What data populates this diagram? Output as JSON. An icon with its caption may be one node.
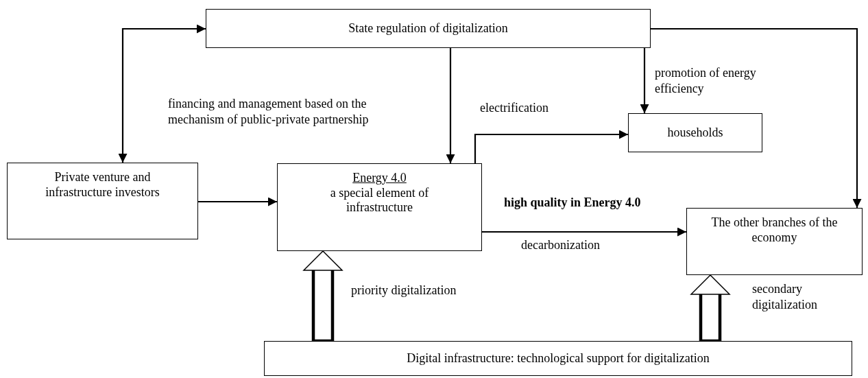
{
  "diagram": {
    "nodes": [
      {
        "text": [
          "State regulation of digitalization"
        ]
      },
      {
        "text": [
          "Private venture and infrastructure investors"
        ]
      },
      {
        "text": [
          "Energy 4.0",
          "a special element of infrastructure"
        ]
      },
      {
        "text": [
          "households"
        ]
      },
      {
        "text": [
          "The other branches of the economy"
        ]
      },
      {
        "text": [
          "Digital infrastructure: technological support for digitalization"
        ]
      }
    ],
    "edges": [
      {
        "from": 0,
        "to": 1,
        "arrow": "both",
        "label": "financing and management based on the mechanism of public-private partnership"
      },
      {
        "from": 0,
        "to": 2,
        "arrow": "to"
      },
      {
        "from": 0,
        "to": 3,
        "arrow": "to",
        "label": "promotion of energy efficiency"
      },
      {
        "from": 0,
        "to": 4,
        "arrow": "to"
      },
      {
        "from": 1,
        "to": 2,
        "arrow": "to"
      },
      {
        "from": 2,
        "to": 3,
        "arrow": "to",
        "label": "electrification"
      },
      {
        "from": 2,
        "to": 4,
        "arrow": "to",
        "label": "decarbonization"
      },
      {
        "from": 5,
        "to": 2,
        "arrow": "to",
        "style": "thick",
        "label": "priority digitalization"
      },
      {
        "from": 5,
        "to": 4,
        "arrow": "to",
        "style": "thick",
        "label": "secondary digitalization"
      }
    ],
    "labels": [
      "high quality in Energy 4.0"
    ]
  }
}
